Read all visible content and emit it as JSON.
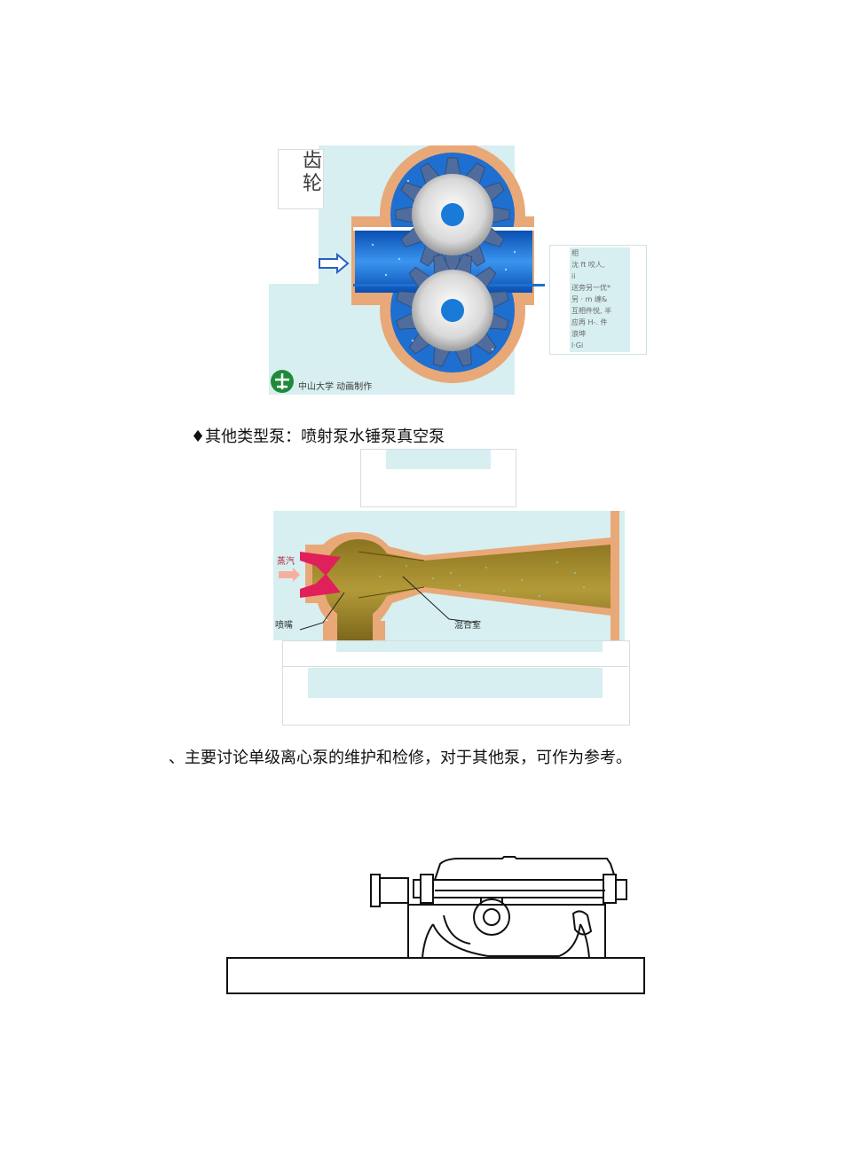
{
  "gear_pump": {
    "title_chars": [
      "齿",
      "轮",
      "泵"
    ],
    "logo_caption": "中山大学 动画制作",
    "note_lines": [
      "相",
      "沈 ft 咬人,",
      "ii",
      "送旁另一优*",
      "另 · m 缠&",
      "互相件悦, 半",
      "应再 H-. 件",
      "浪坤",
      "l·Gi"
    ]
  },
  "paragraph_other_pumps": "♦其他类型泵：喷射泵水锤泵真空泵",
  "jet_pump": {
    "label_steam": "蒸汽",
    "label_nozzle": "喷嘴",
    "label_mixing": "混合室"
  },
  "paragraph_maintenance": "、主要讨论单级离心泵的维护和检修，对于其他泵，可作为参考。",
  "colors": {
    "background_teal": "#d7eff0",
    "casing_orange": "#e9a878",
    "water_blue": "#1e6fd0",
    "gear_tooth": "#4f6c9c",
    "jet_fluid": "#a38a2a",
    "nozzle_red": "#e0205a"
  }
}
